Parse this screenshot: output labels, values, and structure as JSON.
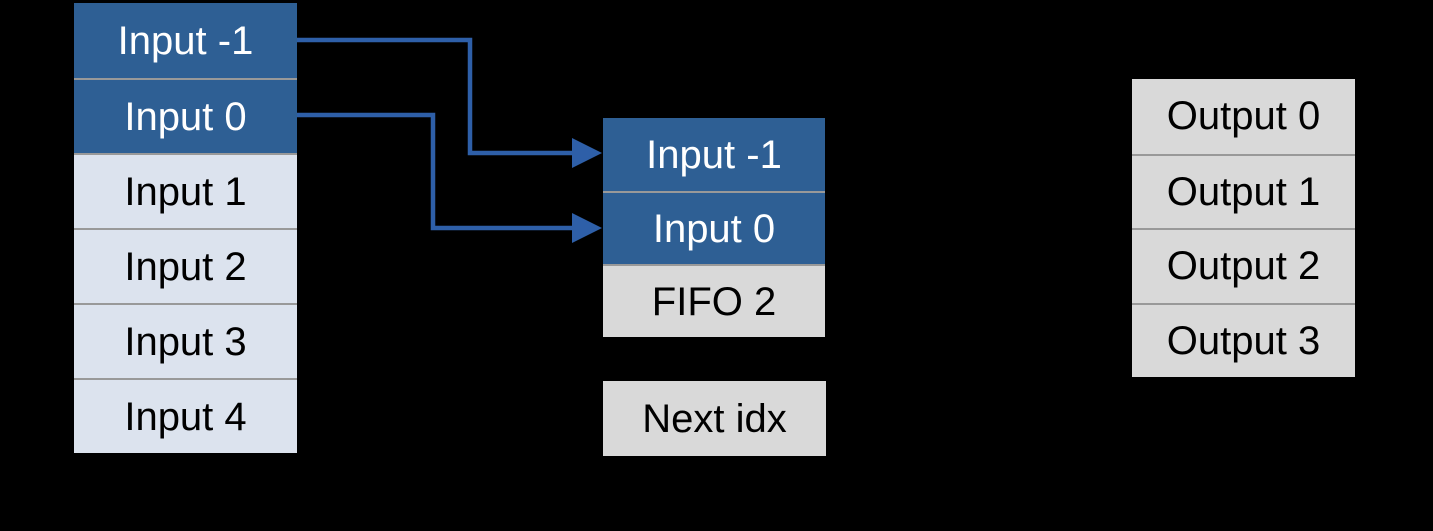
{
  "colors": {
    "background": "#000000",
    "highlight_blue": "#2E5F94",
    "light_blue": "#DCE3EE",
    "slot_gray": "#D9D9D9",
    "arrow_blue": "#2E5FA8",
    "divider_gray": "#999999",
    "text_on_blue": "#FFFFFF",
    "text_dark": "#000000"
  },
  "input_list": {
    "rows": [
      {
        "label": "Input -1",
        "highlighted": true
      },
      {
        "label": "Input 0",
        "highlighted": true
      },
      {
        "label": "Input 1",
        "highlighted": false
      },
      {
        "label": "Input 2",
        "highlighted": false
      },
      {
        "label": "Input 3",
        "highlighted": false
      },
      {
        "label": "Input 4",
        "highlighted": false
      }
    ]
  },
  "fifo": {
    "rows": [
      {
        "label": "Input -1",
        "highlighted": true
      },
      {
        "label": "Input 0",
        "highlighted": true
      },
      {
        "label": "FIFO 2",
        "highlighted": false
      }
    ]
  },
  "next_idx": {
    "label": "Next idx"
  },
  "output_list": {
    "rows": [
      {
        "label": "Output 0"
      },
      {
        "label": "Output 1"
      },
      {
        "label": "Output 2"
      },
      {
        "label": "Output 3"
      }
    ]
  },
  "arrows": [
    {
      "from": "Input -1",
      "to": "FIFO slot Input -1"
    },
    {
      "from": "Input 0",
      "to": "FIFO slot Input 0"
    }
  ]
}
